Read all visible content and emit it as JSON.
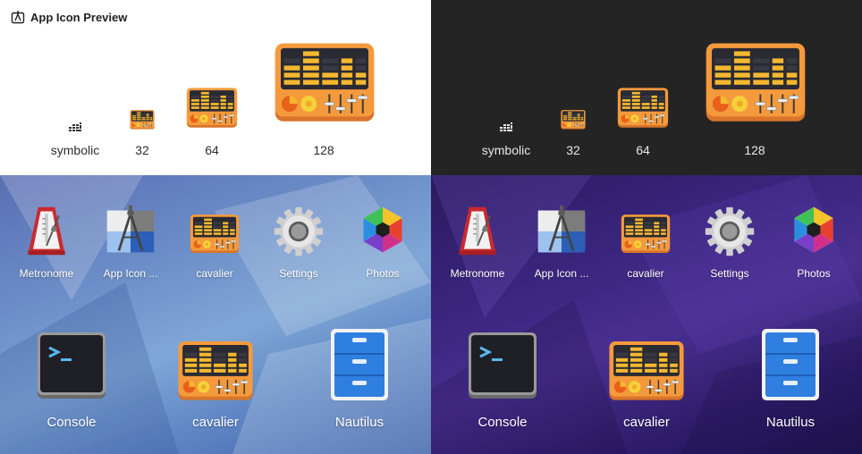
{
  "window": {
    "title": "App Icon Preview"
  },
  "preview": {
    "sizes": [
      "symbolic",
      "32",
      "64",
      "128"
    ]
  },
  "grid": {
    "small_apps": [
      "Metronome",
      "App Icon ...",
      "cavalier",
      "Settings",
      "Photos"
    ],
    "large_apps": [
      "Console",
      "cavalier",
      "Nautilus"
    ]
  },
  "icons": {
    "title": "app-icon-preview-icon",
    "symbolic": "equalizer-symbolic-icon",
    "cavalier": "cavalier-icon",
    "metronome": "metronome-icon",
    "app_icon_preview": "compass-drafting-icon",
    "settings": "gear-icon",
    "photos": "photos-icon",
    "console": "terminal-icon",
    "nautilus": "file-cabinet-icon"
  },
  "colors": {
    "light_bg": "#ffffff",
    "dark_bg": "#242424",
    "cavalier_orange": "#f59a3c",
    "cavalier_bar": "#f5b82e",
    "cavalier_screen": "#2a2a33"
  }
}
